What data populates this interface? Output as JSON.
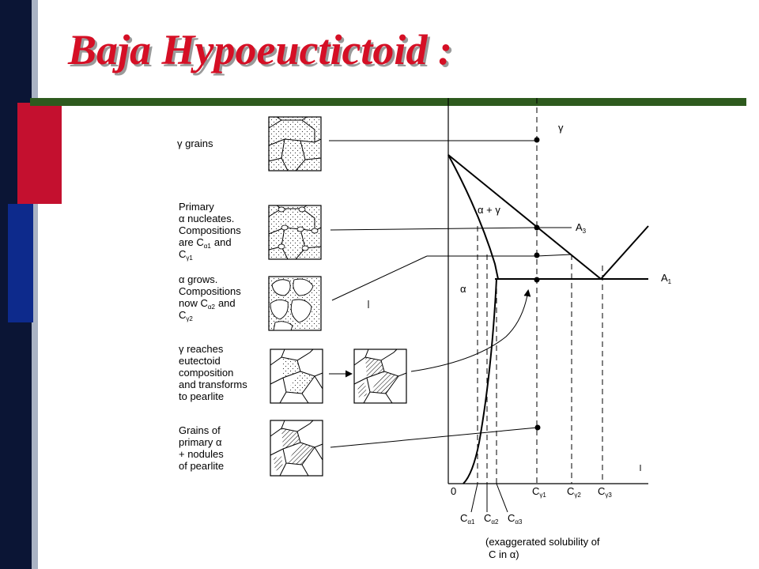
{
  "slide": {
    "title": "Baja Hypoeuctictoid :",
    "colors": {
      "title": "#d50f25",
      "title_shadow": "#9a9a9a",
      "rule": "#2e5a1e",
      "bar_navy": "#0b1535",
      "bar_red": "#c4102f",
      "bar_blue": "#0d2a8c"
    }
  },
  "stages": [
    {
      "lines": [
        "γ grains"
      ]
    },
    {
      "lines": [
        "Primary",
        "α nucleates.",
        "Compositions",
        "are C",
        "C"
      ],
      "subs": [
        "α1",
        "γ1"
      ],
      "and": "and"
    },
    {
      "lines": [
        "α grows.",
        "Compositions",
        "now C",
        "C"
      ],
      "subs": [
        "α2",
        "γ2"
      ],
      "and": "and"
    },
    {
      "lines": [
        "γ reaches",
        "eutectoid",
        "composition",
        "and transforms",
        "to pearlite"
      ]
    },
    {
      "lines": [
        "Grains of",
        "primary α",
        "+ nodules",
        "of pearlite"
      ]
    }
  ],
  "phase_diagram": {
    "field_gamma": "γ",
    "field_alpha_gamma": "α + γ",
    "field_alpha": "α",
    "line_a3": "A",
    "line_a3_sub": "3",
    "line_a1": "A",
    "line_a1_sub": "1",
    "origin": "0",
    "c_gamma_labels": [
      {
        "base": "C",
        "sub": "γ1"
      },
      {
        "base": "C",
        "sub": "γ2"
      },
      {
        "base": "C",
        "sub": "γ3"
      }
    ],
    "c_alpha_labels": [
      {
        "base": "C",
        "sub": "α1"
      },
      {
        "base": "C",
        "sub": "α2"
      },
      {
        "base": "C",
        "sub": "α3"
      }
    ],
    "note_line1": "(exaggerated solubility of",
    "note_line2": "C in α)"
  }
}
